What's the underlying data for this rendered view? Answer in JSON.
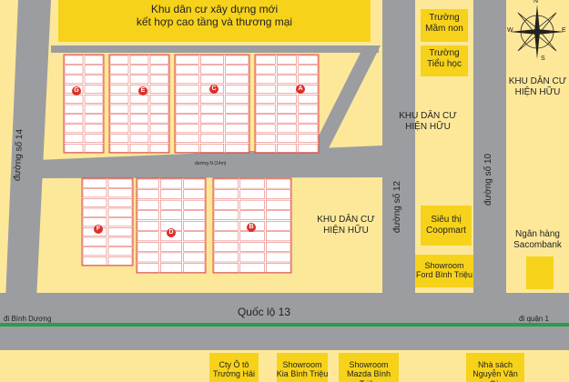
{
  "colors": {
    "background": "#fde89a",
    "block": "#f7d21a",
    "road": "#9c9da0",
    "lot_fill": "#ffffff",
    "lot_border": "#d9322a",
    "highway_stripe": "#2e9a4c",
    "lot_marker": "#d9322a"
  },
  "top_block": {
    "line1": "Khu dân cư xây dựng mới",
    "line2": "kết hợp cao tầng và thương mại"
  },
  "schools": {
    "kindergarten": "Trường\nMầm non",
    "primary": "Trường\nTiểu học"
  },
  "compass": {
    "north": "N",
    "south": "S",
    "east": "E",
    "west": "W"
  },
  "residential_labels": {
    "east": "KHU DÂN CƯ\nHIỆN HỮU",
    "middle": "KHU DÂN CƯ\nHIỆN HỮU",
    "lower": "KHU DÂN CƯ\nHIỆN HỮU"
  },
  "roads": {
    "road14": "đường số 14",
    "road12": "đường số 12",
    "road10": "đường số 10",
    "highway": "Quốc lộ 13",
    "to_binh_duong": "đi Bình Dương",
    "to_district1": "đi quận 1",
    "internal": "đường N (14m)"
  },
  "landmarks": {
    "coopmart": "Siêu thị\nCoopmart",
    "ford": "Showroom\nFord Bình Triệu",
    "sacombank": "Ngân hàng\nSacombank"
  },
  "bottom_buildings": {
    "truong_hai": "Cty Ô tô\nTrường Hải",
    "kia": "Showroom\nKia Bình Triệu",
    "mazda": "Showroom\nMazda Bình Triệu",
    "nguyen_van_cu": "Nhà sách\nNguyễn Văn Cừ"
  },
  "lot_markers": [
    "A",
    "B",
    "C",
    "D",
    "E",
    "F",
    "G"
  ]
}
